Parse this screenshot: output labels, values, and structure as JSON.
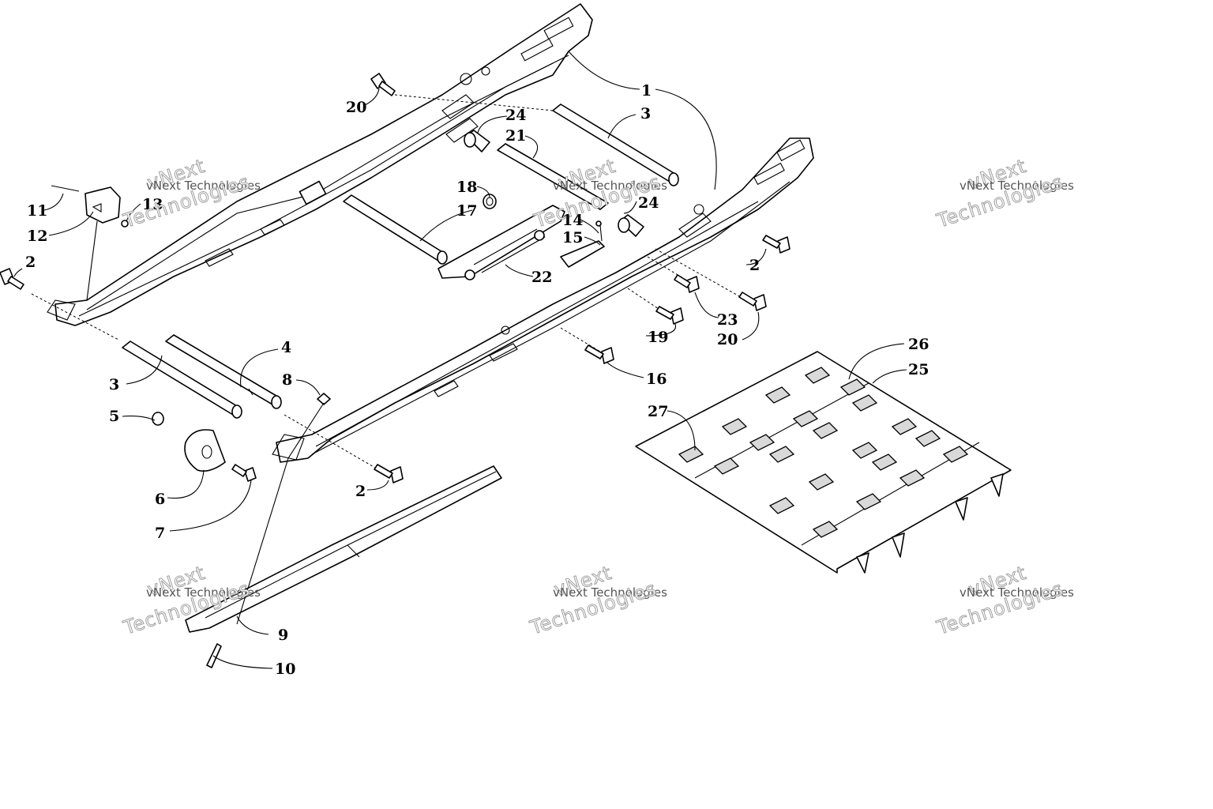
{
  "callouts": {
    "c1": "1",
    "c2a": "2",
    "c2b": "2",
    "c2c": "2",
    "c3a": "3",
    "c3b": "3",
    "c4": "4",
    "c5": "5",
    "c6": "6",
    "c7": "7",
    "c8": "8",
    "c9": "9",
    "c10": "10",
    "c11": "11",
    "c12": "12",
    "c13": "13",
    "c14": "14",
    "c15": "15",
    "c16": "16",
    "c17": "17",
    "c18": "18",
    "c19": "19",
    "c20a": "20",
    "c20b": "20",
    "c21": "21",
    "c22": "22",
    "c23": "23",
    "c24a": "24",
    "c24b": "24",
    "c25": "25",
    "c26": "26",
    "c27": "27"
  },
  "watermark": {
    "line_small": "vNext Technologies",
    "line_big": "Technologies",
    "line_top": "vNext"
  }
}
